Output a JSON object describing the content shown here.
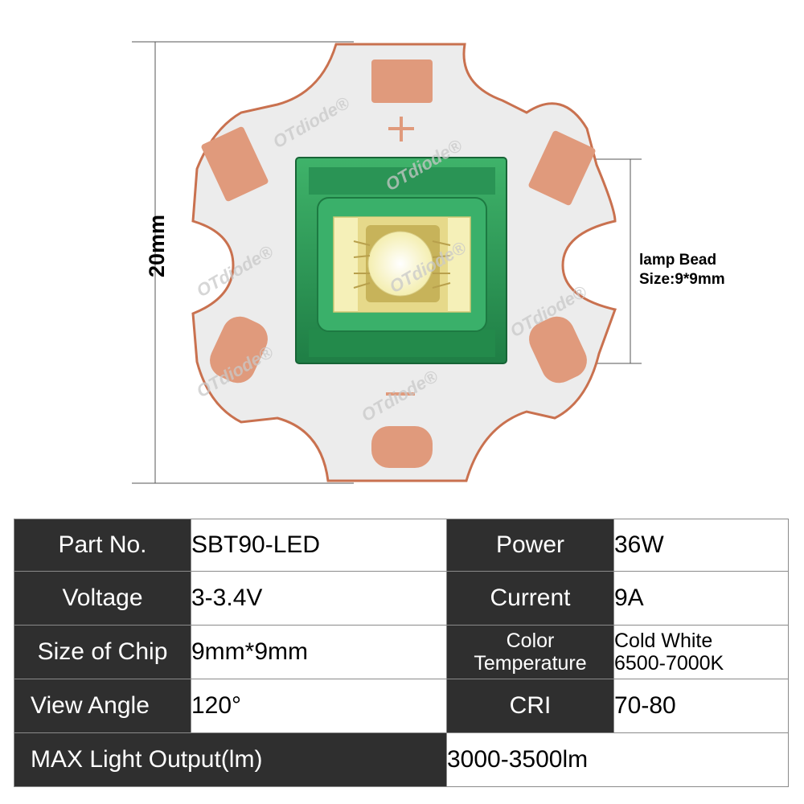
{
  "figure": {
    "width_label": "20mm",
    "bead_label_line1": "lamp Bead",
    "bead_label_line2": "Size:9*9mm",
    "watermark": "OTdiode®",
    "colors": {
      "board": "#ececec",
      "pad": "#e09a7c",
      "package": "#2fa35a",
      "chip": "#f5f0b8",
      "emitter": "#fffbe0"
    }
  },
  "specs": {
    "part_no_label": "Part No.",
    "part_no_value": "SBT90-LED",
    "power_label": "Power",
    "power_value": "36W",
    "voltage_label": "Voltage",
    "voltage_value": "3-3.4V",
    "current_label": "Current",
    "current_value": "9A",
    "chip_size_label": "Size of Chip",
    "chip_size_value": "9mm*9mm",
    "color_temp_label_1": "Color",
    "color_temp_label_2": "Temperature",
    "color_temp_value_1": "Cold White",
    "color_temp_value_2": "6500-7000K",
    "view_angle_label": "View Angle",
    "view_angle_value": "120°",
    "cri_label": "CRI",
    "cri_value": "70-80",
    "max_output_label": "MAX Light Output(lm)",
    "max_output_value": "3000-3500lm"
  }
}
